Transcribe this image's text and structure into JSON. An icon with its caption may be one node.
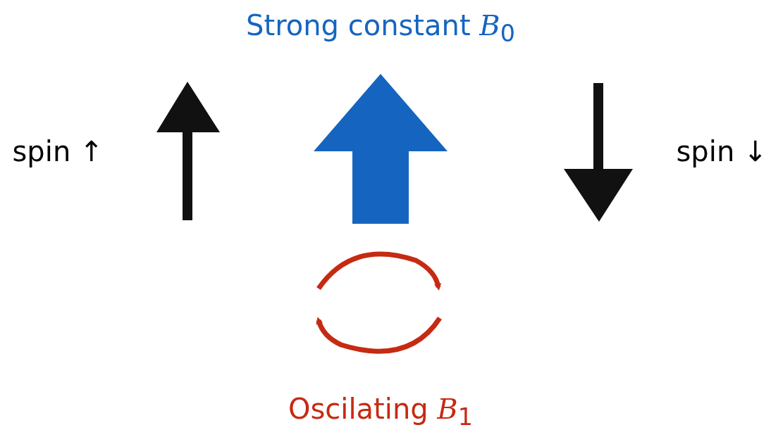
{
  "diagram": {
    "labels": [
      "Strong constant *B*$_{0}$",
      "spin ↑",
      "spin ↓",
      "Oscilating *B*$_{1}$"
    ]
  }
}
